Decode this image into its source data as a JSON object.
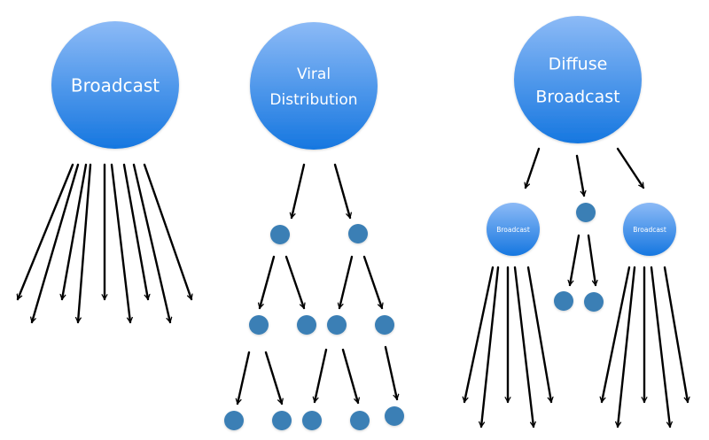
{
  "diagram": {
    "title": "Distribution models",
    "colors": {
      "circle_top": "#8cbaf6",
      "circle_bottom": "#1677e0",
      "dot": "#3a7fb5",
      "arrow": "#000000",
      "label": "#ffffff"
    },
    "panels": [
      {
        "id": "broadcast",
        "label_lines": [
          "Broadcast"
        ],
        "structure": "one source fanning out to 9 arrows"
      },
      {
        "id": "viral",
        "label_lines": [
          "Viral",
          "Distribution"
        ],
        "structure": "binary tree: 2 nodes, 4 nodes, 5 nodes"
      },
      {
        "id": "diffuse",
        "label_lines": [
          "Diffuse",
          "Broadcast"
        ],
        "structure": "3 children: Broadcast sub-hub (5 arrows), relay node (2 nodes), Broadcast sub-hub (5 arrows)",
        "sub_hub_label": "Broadcast"
      }
    ]
  }
}
